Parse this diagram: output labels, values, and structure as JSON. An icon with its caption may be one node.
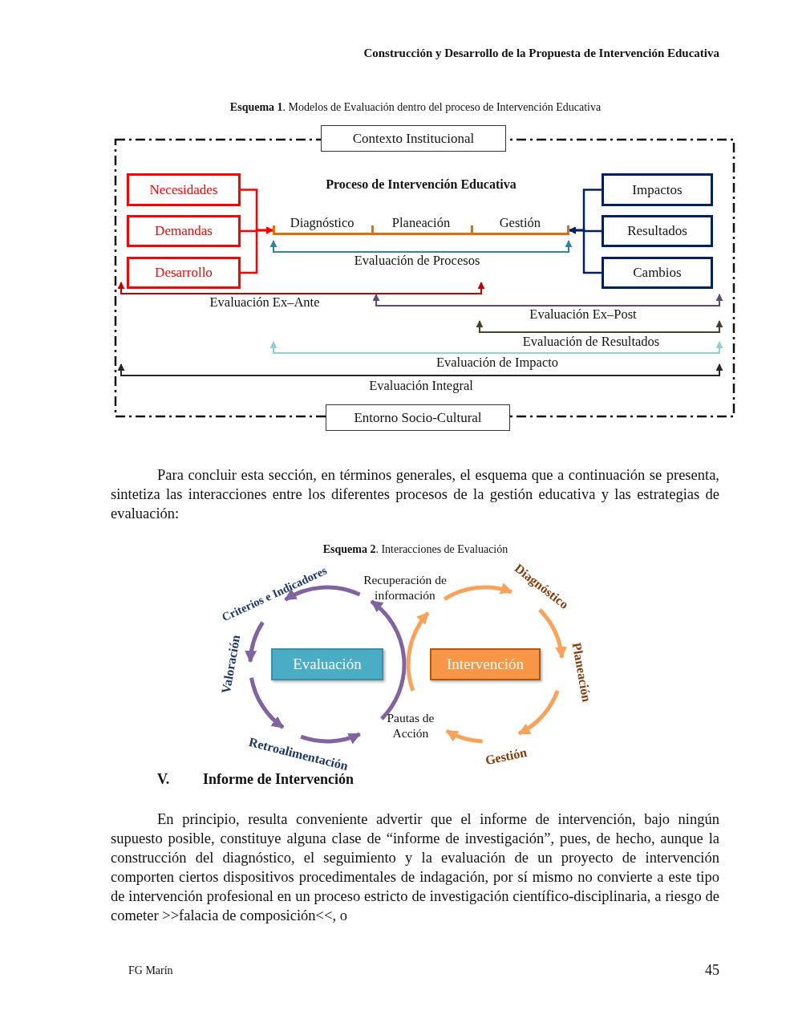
{
  "diagram": {
    "nodes": [
      {
        "text": [],
        "shape": "box"
      },
      {
        "text": [
          "Contexto Institucional"
        ]
      },
      {
        "text": [
          "Necesidades"
        ],
        "in": 0
      },
      {
        "text": [
          "Demandas"
        ],
        "in": 0
      },
      {
        "text": [
          "Desarrollo"
        ],
        "in": 0
      },
      {
        "text": [
          "Proceso de Intervención Educativa",
          "Diagnóstico",
          "Planeación",
          "Gestión"
        ],
        "in": 0
      },
      {
        "text": [
          "Impactos"
        ],
        "in": 0
      },
      {
        "text": [
          "Resultados"
        ],
        "in": 0
      },
      {
        "text": [
          "Cambios"
        ],
        "in": 0
      },
      {
        "text": [
          "Entorno Socio-Cultural"
        ]
      },
      {
        "text": [
          "Evaluación"
        ]
      },
      {
        "text": [
          "Intervención"
        ]
      },
      {
        "text": [
          "Recuperación de información"
        ]
      },
      {
        "text": [
          "Diagnóstico"
        ]
      },
      {
        "text": [
          "Planeación"
        ]
      },
      {
        "text": [
          "Gestión"
        ]
      },
      {
        "text": [
          "Pautas de Acción"
        ]
      },
      {
        "text": [
          "Retroalimentación"
        ]
      },
      {
        "text": [
          "Valoración"
        ]
      },
      {
        "text": [
          "Criterios e Indicadores"
        ]
      }
    ],
    "edges": [
      {
        "from": 2,
        "to": 5,
        "arrow": "to",
        "color": "#ff0000"
      },
      {
        "from": 3,
        "to": 5,
        "arrow": "to",
        "color": "#ff0000"
      },
      {
        "from": 4,
        "to": 5,
        "arrow": "to",
        "color": "#ff0000"
      },
      {
        "from": 6,
        "to": 5,
        "arrow": "to",
        "color": "#002060"
      },
      {
        "from": 7,
        "to": 5,
        "arrow": "to",
        "color": "#002060"
      },
      {
        "from": 8,
        "to": 5,
        "arrow": "to",
        "color": "#002060"
      },
      {
        "from": 12,
        "to": 19,
        "arrow": "to",
        "color": "#8064a2"
      },
      {
        "from": 19,
        "to": 18,
        "arrow": "to",
        "color": "#8064a2"
      },
      {
        "from": 18,
        "to": 17,
        "arrow": "to",
        "color": "#8064a2"
      },
      {
        "from": 17,
        "to": 16,
        "arrow": "to",
        "color": "#8064a2"
      },
      {
        "from": 16,
        "to": 12,
        "arrow": "to",
        "color": "#8064a2"
      },
      {
        "from": 12,
        "to": 13,
        "arrow": "to",
        "color": "#f8a25c"
      },
      {
        "from": 13,
        "to": 14,
        "arrow": "to",
        "color": "#f8a25c"
      },
      {
        "from": 14,
        "to": 15,
        "arrow": "to",
        "color": "#f8a25c"
      },
      {
        "from": 15,
        "to": 16,
        "arrow": "to",
        "color": "#f8a25c"
      },
      {
        "from": 16,
        "to": 12,
        "arrow": "to",
        "color": "#f8a25c"
      }
    ],
    "labels": [
      "Construcción y Desarrollo de la Propuesta de Intervención Educativa",
      "**Esquema 1**. Modelos de Evaluación dentro del proceso de Intervención Educativa",
      "Evaluación de Procesos",
      "Evaluación Ex–Ante",
      "Evaluación Ex–Post",
      "Evaluación de Resultados",
      "Evaluación de Impacto",
      "Evaluación Integral",
      "Para concluir esta sección, en términos generales, el esquema que a continuación se presenta, sintetiza las interacciones entre los diferentes procesos de la gestión educativa y las estrategias de evaluación:",
      "**Esquema 2**. Interacciones de Evaluación",
      "V.",
      "Informe de Intervención",
      "En principio, resulta conveniente advertir que el informe de intervención, bajo ningún supuesto posible, constituye alguna clase de “informe de investigación”, pues, de hecho, aunque la construcción del diagnóstico, el seguimiento y la evaluación de un proyecto de intervención comporten ciertos dispositivos procedimentales de indagación, por sí mismo no convierte a este tipo de intervención profesional en un proceso estricto de investigación científico-disciplinaria, a riesgo de cometer >>falacia de composición<<, o",
      "FG Marín",
      "45"
    ]
  }
}
